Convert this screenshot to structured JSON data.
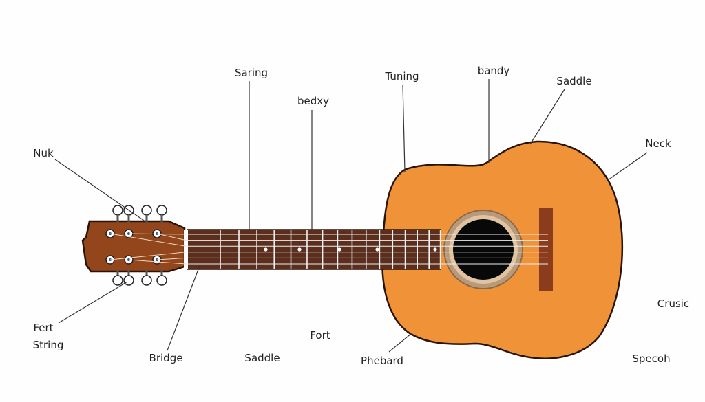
{
  "title": "Acoustic guitar parts diagram",
  "colors": {
    "body": "#ef9238",
    "headstock": "#93461c",
    "fretboard": "#5b2e1e",
    "bridge": "#8a3c1c",
    "outline": "#2a1408"
  },
  "labels": {
    "saring": "Saring",
    "bedxy": "bedxy",
    "tuning": "Tuning",
    "bandy": "bandy",
    "saddle_top": "Saddle",
    "neck": "Neck",
    "nuk": "Nuk",
    "fert": "Fert",
    "string": "String",
    "bridge": "Bridge",
    "saddle_bottom": "Saddle",
    "fort": "Fort",
    "phebard": "Phebard",
    "crusic": "Crusic",
    "specoh": "Specoh"
  }
}
